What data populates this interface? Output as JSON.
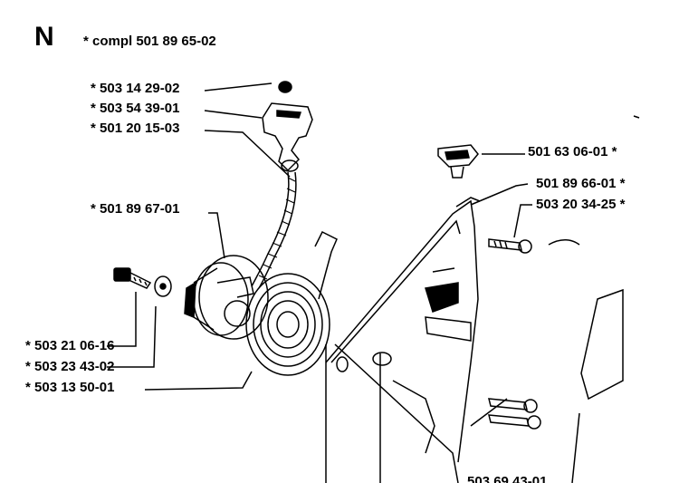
{
  "section": {
    "letter": "N",
    "compl_text": "* compl 501 89 65-02"
  },
  "parts_left": [
    {
      "id": "p1",
      "text": "* 503 14 29-02"
    },
    {
      "id": "p2",
      "text": "* 503 54 39-01"
    },
    {
      "id": "p3",
      "text": "* 501 20 15-03"
    },
    {
      "id": "p4",
      "text": "* 501 89 67-01"
    },
    {
      "id": "p5",
      "text": "* 503 21 06-16"
    },
    {
      "id": "p6",
      "text": "* 503 23 43-02"
    },
    {
      "id": "p7",
      "text": "* 503 13 50-01"
    }
  ],
  "parts_right": [
    {
      "id": "p8",
      "text": "501 63 06-01  *"
    },
    {
      "id": "p9",
      "text": "501 89 66-01  *"
    },
    {
      "id": "p10",
      "text": "503 20 34-25  *"
    }
  ],
  "footer_partial": "503 69 43-01",
  "colors": {
    "line": "#000000",
    "background": "#ffffff"
  }
}
